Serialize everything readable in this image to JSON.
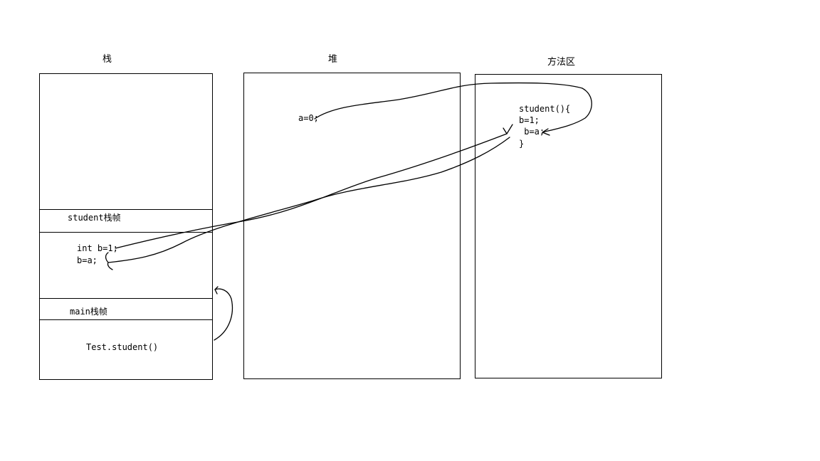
{
  "stack": {
    "title": "栈",
    "student_frame_label": "student栈帧",
    "student_frame_lines": [
      "int b=1;",
      "b=a;"
    ],
    "main_frame_label": "main栈帧",
    "main_frame_call": "Test.student()"
  },
  "heap": {
    "title": "堆",
    "field": "a=0;"
  },
  "method_area": {
    "title": "方法区",
    "code_lines": [
      "student(){",
      "b=1;",
      " b=a;",
      "}"
    ]
  }
}
